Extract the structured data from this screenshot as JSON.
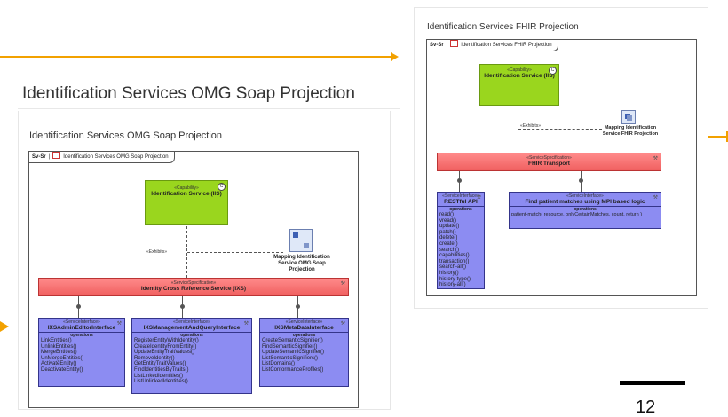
{
  "slide": {
    "page_number": "12",
    "accent_color": "#f2a100"
  },
  "soap": {
    "title": "Identification Services OMG Soap Projection",
    "subtitle": "Identification Services OMG Soap Projection",
    "frame_tab_kind": "Sv-Sr",
    "frame_tab_label": "Identification Services OMG Soap Projection",
    "capability": {
      "stereotype": "«Capability»",
      "name": "Identification Service (IIS)"
    },
    "exhibits_label": "«Exhibits»",
    "mapping_label": "Mapping Identification Service OMG Soap Projection",
    "spec": {
      "stereotype": "«ServiceSpecification»",
      "name": "Identity Cross Reference Service (IXS)"
    },
    "interfaces": [
      {
        "stereotype": "«ServiceInterface»",
        "name": "IXSAdminEditorInterface",
        "ops_title": "operations",
        "ops": [
          "LinkEntities()",
          "UnlinkEntities()",
          "MergeEntities()",
          "UnMergeEntities()",
          "ActivateEntity()",
          "DeactivateEntity()"
        ]
      },
      {
        "stereotype": "«ServiceInterface»",
        "name": "IXSManagementAndQueryInterface",
        "ops_title": "operations",
        "ops": [
          "RegisterEntityWithIdentity()",
          "CreateIdentityFromEntity()",
          "UpdateEntityTraitValues()",
          "RemoveIdentity()",
          "GetEntityTraitValues()",
          "FindIdentitiesByTraits()",
          "ListLinkedIdentities()",
          "ListUnlinkedIdentities()"
        ]
      },
      {
        "stereotype": "«ServiceInterface»",
        "name": "IXSMetaDataInterface",
        "ops_title": "operations",
        "ops": [
          "CreateSemanticSignifier()",
          "FindSemanticSignifier()",
          "UpdateSemanticSignifier()",
          "ListSemanticSignifiers()",
          "ListDomains()",
          "ListConformanceProfiles()"
        ]
      }
    ]
  },
  "fhir": {
    "title": "Identification Services FHIR Projection",
    "frame_tab_kind": "Sv-Sr",
    "frame_tab_label": "Identification Services FHIR Projection",
    "capability": {
      "stereotype": "«Capability»",
      "name": "Identification Service (IIS)"
    },
    "exhibits_label": "«Exhibits»",
    "mapping_label": "Mapping Identification Service FHIR Projection",
    "spec": {
      "stereotype": "«ServiceSpecification»",
      "name": "FHIR Transport"
    },
    "restful": {
      "stereotype": "«ServiceInterface»",
      "name": "RESTful API",
      "ops_title": "operations",
      "ops": [
        "read()",
        "vread()",
        "update()",
        "patch()",
        "delete()",
        "create()",
        "search()",
        "capabilities()",
        "transaction()",
        "search-all()",
        "history()",
        "history-type()",
        "history-all()"
      ]
    },
    "mpi": {
      "stereotype": "«ServiceInterface»",
      "name": "Find patient matches using MPI based logic",
      "ops_title": "operations",
      "ops": [
        "patient-match( resource, onlyCertainMatches, count, return )"
      ]
    }
  }
}
